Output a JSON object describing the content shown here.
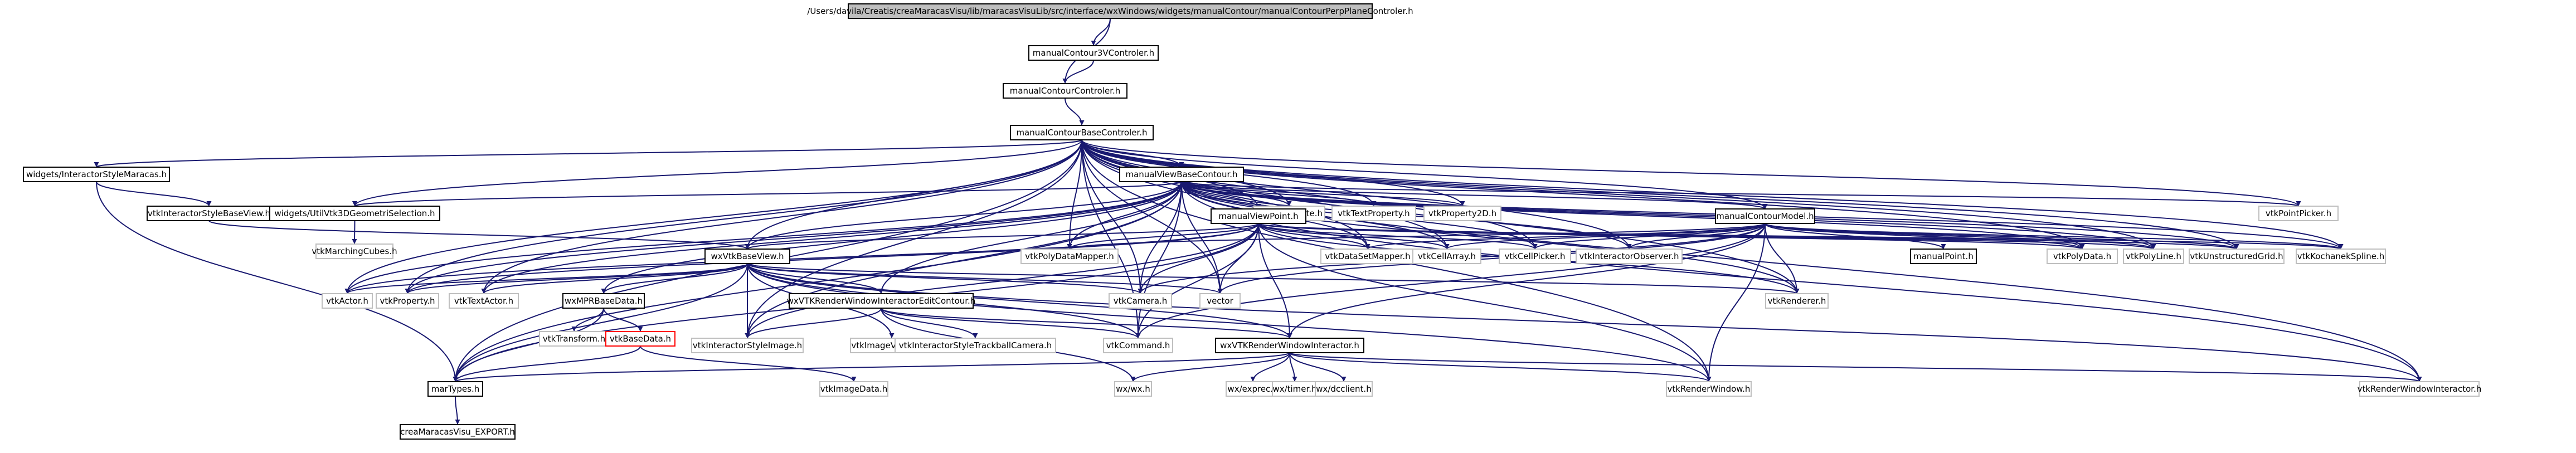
{
  "colors": {
    "edge": "#191970",
    "box_border": "#bfbfbf",
    "boxed_border": "#000000",
    "root_fill": "#bfbfbf",
    "red_border": "#ff0000"
  },
  "nodes": {
    "root": {
      "label": "/Users/davila/Creatis/creaMaracasVisu/lib/maracasVisuLib/src/interface/wxWindows/widgets/manualContour/manualContourPerpPlaneControler.h",
      "style": "root"
    },
    "m3v": {
      "label": "manualContour3VControler.h",
      "style": "boxed"
    },
    "mcc": {
      "label": "manualContourControler.h",
      "style": "boxed"
    },
    "mcbc": {
      "label": "manualContourBaseControler.h",
      "style": "boxed"
    },
    "wism": {
      "label": "widgets/InteractorStyleMaracas.h",
      "style": "boxed"
    },
    "mvbc": {
      "label": "manualViewBaseContour.h",
      "style": "boxed"
    },
    "vkcoord": {
      "label": "vtkCoordinate.h",
      "style": "plain"
    },
    "vtextprop": {
      "label": "vtkTextProperty.h",
      "style": "plain"
    },
    "vprop2d": {
      "label": "vtkProperty2D.h",
      "style": "plain"
    },
    "vpointpicker": {
      "label": "vtkPointPicker.h",
      "style": "plain"
    },
    "visbv": {
      "label": "vtkInteractorStyleBaseView.h",
      "style": "boxed"
    },
    "wu3d": {
      "label": "widgets/UtilVtk3DGeometriSelection.h",
      "style": "boxed"
    },
    "vmarch": {
      "label": "vtkMarchingCubes.h",
      "style": "plain"
    },
    "mvp": {
      "label": "manualViewPoint.h",
      "style": "boxed"
    },
    "mcm": {
      "label": "manualContourModel.h",
      "style": "boxed"
    },
    "vpdm": {
      "label": "vtkPolyDataMapper.h",
      "style": "plain"
    },
    "wxvbv": {
      "label": "wxVtkBaseView.h",
      "style": "boxed"
    },
    "vdsm": {
      "label": "vtkDataSetMapper.h",
      "style": "plain"
    },
    "vcellarr": {
      "label": "vtkCellArray.h",
      "style": "plain"
    },
    "vcellpick": {
      "label": "vtkCellPicker.h",
      "style": "plain"
    },
    "vintobs": {
      "label": "vtkInteractorObserver.h",
      "style": "plain"
    },
    "manpoint": {
      "label": "manualPoint.h",
      "style": "boxed"
    },
    "vpolydata": {
      "label": "vtkPolyData.h",
      "style": "plain"
    },
    "vpolyline": {
      "label": "vtkPolyLine.h",
      "style": "plain"
    },
    "vug": {
      "label": "vtkUnstructuredGrid.h",
      "style": "plain"
    },
    "vks": {
      "label": "vtkKochanekSpline.h",
      "style": "plain"
    },
    "vactor": {
      "label": "vtkActor.h",
      "style": "plain"
    },
    "vproperty": {
      "label": "vtkProperty.h",
      "style": "plain"
    },
    "vtextactor": {
      "label": "vtkTextActor.h",
      "style": "plain"
    },
    "wxmpr": {
      "label": "wxMPRBaseData.h",
      "style": "boxed"
    },
    "wxvrwiec": {
      "label": "wxVTKRenderWindowInteractorEditContour.h",
      "style": "boxed"
    },
    "vcamera": {
      "label": "vtkCamera.h",
      "style": "plain"
    },
    "vector": {
      "label": "vector",
      "style": "plain"
    },
    "vrenderer": {
      "label": "vtkRenderer.h",
      "style": "plain"
    },
    "vtransform": {
      "label": "vtkTransform.h",
      "style": "plain"
    },
    "vbasedata": {
      "label": "vtkBaseData.h",
      "style": "red"
    },
    "visimage": {
      "label": "vtkInteractorStyleImage.h",
      "style": "plain"
    },
    "vimview2": {
      "label": "vtkImageViewer2.h",
      "style": "plain"
    },
    "vistb": {
      "label": "vtkInteractorStyleTrackballCamera.h",
      "style": "plain"
    },
    "vcommand": {
      "label": "vtkCommand.h",
      "style": "plain"
    },
    "wxvrwi": {
      "label": "wxVTKRenderWindowInteractor.h",
      "style": "boxed"
    },
    "martypes": {
      "label": "marTypes.h",
      "style": "boxed"
    },
    "vimagedata": {
      "label": "vtkImageData.h",
      "style": "plain"
    },
    "wxwx": {
      "label": "wx/wx.h",
      "style": "plain"
    },
    "wxexprec": {
      "label": "wx/exprec.h",
      "style": "plain"
    },
    "wxtimer": {
      "label": "wx/timer.h",
      "style": "plain"
    },
    "wxdcclient": {
      "label": "wx/dcclient.h",
      "style": "plain"
    },
    "vrenderwindow": {
      "label": "vtkRenderWindow.h",
      "style": "plain"
    },
    "vrwi": {
      "label": "vtkRenderWindowInteractor.h",
      "style": "plain"
    },
    "cmve": {
      "label": "creaMaracasVisu_EXPORT.h",
      "style": "boxed"
    }
  },
  "edges": [
    [
      "root",
      "m3v"
    ],
    [
      "root",
      "mcc"
    ],
    [
      "m3v",
      "mcc"
    ],
    [
      "mcc",
      "mcbc"
    ],
    [
      "mcbc",
      "wism"
    ],
    [
      "mcbc",
      "mvbc"
    ],
    [
      "mcbc",
      "vkcoord"
    ],
    [
      "mcbc",
      "vtextprop"
    ],
    [
      "mcbc",
      "vprop2d"
    ],
    [
      "mcbc",
      "vpointpicker"
    ],
    [
      "mcbc",
      "wu3d"
    ],
    [
      "mcbc",
      "mvp"
    ],
    [
      "mcbc",
      "mcm"
    ],
    [
      "mcbc",
      "vpdm"
    ],
    [
      "mcbc",
      "wxvbv"
    ],
    [
      "mcbc",
      "vdsm"
    ],
    [
      "mcbc",
      "vcellarr"
    ],
    [
      "mcbc",
      "vcellpick"
    ],
    [
      "mcbc",
      "vintobs"
    ],
    [
      "mcbc",
      "vpolydata"
    ],
    [
      "mcbc",
      "vpolyline"
    ],
    [
      "mcbc",
      "vug"
    ],
    [
      "mcbc",
      "vks"
    ],
    [
      "mcbc",
      "vactor"
    ],
    [
      "mcbc",
      "vproperty"
    ],
    [
      "mcbc",
      "vtextactor"
    ],
    [
      "mcbc",
      "vcamera"
    ],
    [
      "mcbc",
      "vector"
    ],
    [
      "mcbc",
      "vrenderer"
    ],
    [
      "mcbc",
      "visimage"
    ],
    [
      "mcbc",
      "vcommand"
    ],
    [
      "mcbc",
      "martypes"
    ],
    [
      "mcbc",
      "vrenderwindow"
    ],
    [
      "mcbc",
      "vrwi"
    ],
    [
      "wism",
      "visbv"
    ],
    [
      "wism",
      "martypes"
    ],
    [
      "visbv",
      "wxvbv"
    ],
    [
      "wu3d",
      "vmarch"
    ],
    [
      "mvbc",
      "vkcoord"
    ],
    [
      "mvbc",
      "vtextprop"
    ],
    [
      "mvbc",
      "vprop2d"
    ],
    [
      "mvbc",
      "vpointpicker"
    ],
    [
      "mvbc",
      "wu3d"
    ],
    [
      "mvbc",
      "mvp"
    ],
    [
      "mvbc",
      "mcm"
    ],
    [
      "mvbc",
      "vpdm"
    ],
    [
      "mvbc",
      "wxvbv"
    ],
    [
      "mvbc",
      "vdsm"
    ],
    [
      "mvbc",
      "vcellarr"
    ],
    [
      "mvbc",
      "vcellpick"
    ],
    [
      "mvbc",
      "vintobs"
    ],
    [
      "mvbc",
      "vpolydata"
    ],
    [
      "mvbc",
      "vpolyline"
    ],
    [
      "mvbc",
      "vug"
    ],
    [
      "mvbc",
      "vks"
    ],
    [
      "mvbc",
      "vactor"
    ],
    [
      "mvbc",
      "vproperty"
    ],
    [
      "mvbc",
      "vtextactor"
    ],
    [
      "mvbc",
      "wxmpr"
    ],
    [
      "mvbc",
      "wxvrwiec"
    ],
    [
      "mvbc",
      "vcamera"
    ],
    [
      "mvbc",
      "vector"
    ],
    [
      "mvbc",
      "vrenderer"
    ],
    [
      "mvbc",
      "visimage"
    ],
    [
      "mvbc",
      "vcommand"
    ],
    [
      "mvbc",
      "martypes"
    ],
    [
      "mvbc",
      "vrwi"
    ],
    [
      "mvp",
      "vpdm"
    ],
    [
      "mvp",
      "vdsm"
    ],
    [
      "mvp",
      "vcellarr"
    ],
    [
      "mvp",
      "vcellpick"
    ],
    [
      "mvp",
      "vpolydata"
    ],
    [
      "mvp",
      "vpolyline"
    ],
    [
      "mvp",
      "vug"
    ],
    [
      "mvp",
      "vks"
    ],
    [
      "mvp",
      "vactor"
    ],
    [
      "mvp",
      "vproperty"
    ],
    [
      "mvp",
      "vcamera"
    ],
    [
      "mvp",
      "vector"
    ],
    [
      "mvp",
      "vrenderer"
    ],
    [
      "mvp",
      "visimage"
    ],
    [
      "mvp",
      "vcommand"
    ],
    [
      "mvp",
      "wxvrwi"
    ],
    [
      "mvp",
      "martypes"
    ],
    [
      "mvp",
      "vrenderwindow"
    ],
    [
      "mvp",
      "wxvbv"
    ],
    [
      "mcm",
      "manpoint"
    ],
    [
      "mcm",
      "vpolydata"
    ],
    [
      "mcm",
      "vpolyline"
    ],
    [
      "mcm",
      "vug"
    ],
    [
      "mcm",
      "vks"
    ],
    [
      "mcm",
      "vcellpick"
    ],
    [
      "mcm",
      "vintobs"
    ],
    [
      "mcm",
      "vdsm"
    ],
    [
      "mcm",
      "vpdm"
    ],
    [
      "mcm",
      "vcellarr"
    ],
    [
      "mcm",
      "vrenderer"
    ],
    [
      "mcm",
      "vector"
    ],
    [
      "mcm",
      "vcommand"
    ],
    [
      "mcm",
      "wxvrwi"
    ],
    [
      "mcm",
      "vrenderwindow"
    ],
    [
      "mcm",
      "vcamera"
    ],
    [
      "wxvbv",
      "vactor"
    ],
    [
      "wxvbv",
      "vproperty"
    ],
    [
      "wxvbv",
      "vtextactor"
    ],
    [
      "wxvbv",
      "wxmpr"
    ],
    [
      "wxvbv",
      "wxvrwiec"
    ],
    [
      "wxvbv",
      "vcamera"
    ],
    [
      "wxvbv",
      "vector"
    ],
    [
      "wxvbv",
      "vrenderer"
    ],
    [
      "wxvbv",
      "visimage"
    ],
    [
      "wxvbv",
      "vimview2"
    ],
    [
      "wxvbv",
      "vcommand"
    ],
    [
      "wxvbv",
      "wxvrwi"
    ],
    [
      "wxvbv",
      "martypes"
    ],
    [
      "wxvbv",
      "vrenderwindow"
    ],
    [
      "wxvbv",
      "vrwi"
    ],
    [
      "wxmpr",
      "vtransform"
    ],
    [
      "wxmpr",
      "vbasedata"
    ],
    [
      "wxmpr",
      "martypes"
    ],
    [
      "vbasedata",
      "martypes"
    ],
    [
      "vbasedata",
      "vimagedata"
    ],
    [
      "wxvrwiec",
      "visimage"
    ],
    [
      "wxvrwiec",
      "vistb"
    ],
    [
      "wxvrwiec",
      "vcommand"
    ],
    [
      "wxvrwiec",
      "wxvrwi"
    ],
    [
      "wxvrwiec",
      "wxwx"
    ],
    [
      "wxvrwi",
      "wxwx"
    ],
    [
      "wxvrwi",
      "wxexprec"
    ],
    [
      "wxvrwi",
      "wxtimer"
    ],
    [
      "wxvrwi",
      "wxdcclient"
    ],
    [
      "wxvrwi",
      "vrenderwindow"
    ],
    [
      "wxvrwi",
      "vrwi"
    ],
    [
      "wxvrwi",
      "martypes"
    ],
    [
      "martypes",
      "cmve"
    ]
  ]
}
